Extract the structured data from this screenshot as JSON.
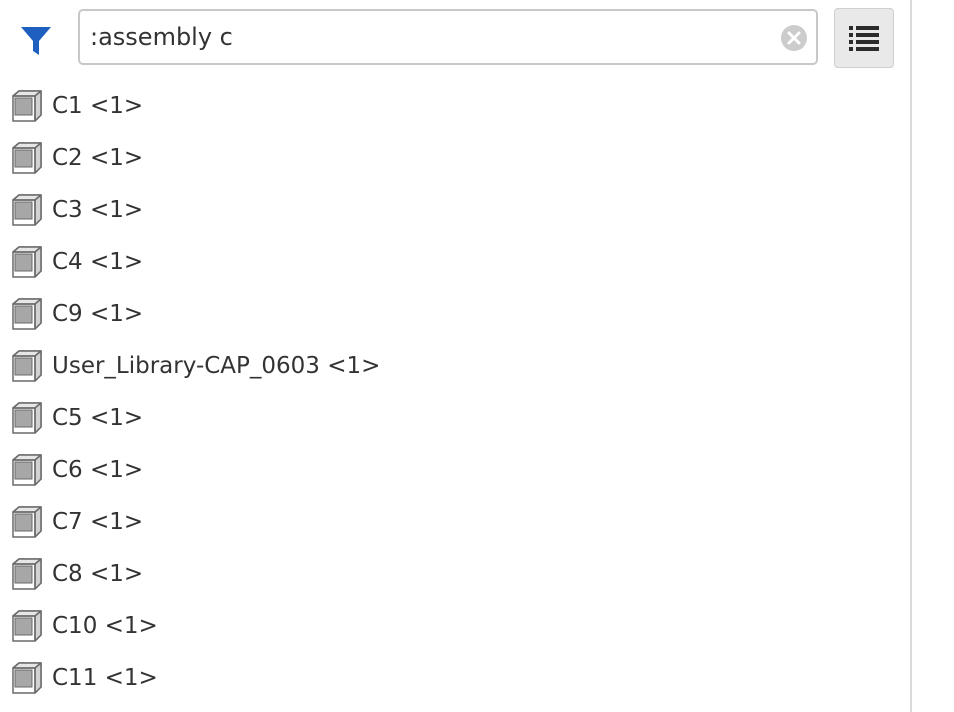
{
  "search": {
    "value": ":assembly c"
  },
  "icons": {
    "filter": "filter-icon",
    "clear": "clear-icon",
    "list_view": "list-view-icon",
    "part": "part-cube-icon"
  },
  "colors": {
    "filter_blue": "#1f5fbf",
    "text": "#333333",
    "clear_gray": "#cccccc"
  },
  "items": [
    {
      "label": "C1 <1>"
    },
    {
      "label": "C2 <1>"
    },
    {
      "label": "C3 <1>"
    },
    {
      "label": "C4 <1>"
    },
    {
      "label": "C9 <1>"
    },
    {
      "label": "User_Library-CAP_0603 <1>"
    },
    {
      "label": "C5 <1>"
    },
    {
      "label": "C6 <1>"
    },
    {
      "label": "C7 <1>"
    },
    {
      "label": "C8 <1>"
    },
    {
      "label": "C10 <1>"
    },
    {
      "label": "C11 <1>"
    }
  ]
}
